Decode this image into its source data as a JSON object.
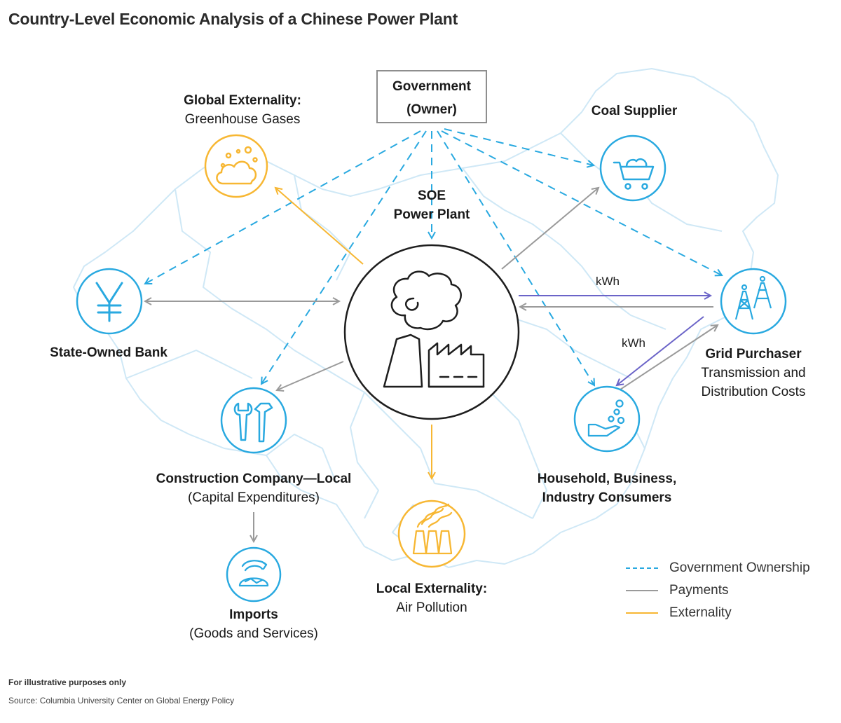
{
  "title": "Country-Level Economic Analysis of a Chinese Power Plant",
  "colors": {
    "ownership": "#29a9e0",
    "payments": "#9a9a9a",
    "externality": "#f7b733",
    "kwh": "#6b64c8",
    "map": "#cfe8f6"
  },
  "nodes": {
    "government": {
      "line1": "Government",
      "line2": "(Owner)"
    },
    "soe": {
      "line1": "SOE",
      "line2": "Power Plant",
      "icon": "power-plant-icon"
    },
    "global_externality": {
      "title": "Global Externality:",
      "subtitle": "Greenhouse Gases",
      "icon": "greenhouse-gas-cloud-icon"
    },
    "coal_supplier": {
      "title": "Coal Supplier",
      "icon": "coal-cart-icon"
    },
    "bank": {
      "title": "State-Owned Bank",
      "icon": "yen-icon"
    },
    "grid": {
      "title": "Grid Purchaser",
      "sub1": "Transmission and",
      "sub2": "Distribution Costs",
      "icon": "transmission-tower-icon"
    },
    "construction": {
      "title": "Construction Company—Local",
      "subtitle": "(Capital Expenditures)",
      "icon": "tools-icon"
    },
    "consumers": {
      "line1": "Household, Business,",
      "line2": "Industry Consumers",
      "icon": "hand-coins-icon"
    },
    "imports": {
      "title": "Imports",
      "subtitle": "(Goods and Services)",
      "icon": "globe-arrows-icon"
    },
    "local_externality": {
      "title": "Local Externality:",
      "subtitle": "Air Pollution",
      "icon": "smokestacks-icon"
    }
  },
  "flow_labels": {
    "kwh_top": "kWh",
    "kwh_bottom": "kWh"
  },
  "legend": [
    {
      "label": "Government Ownership",
      "style": "dashed",
      "color": "#29a9e0"
    },
    {
      "label": "Payments",
      "style": "solid",
      "color": "#9a9a9a"
    },
    {
      "label": "Externality",
      "style": "solid",
      "color": "#f7b733"
    }
  ],
  "footnote": "For illustrative purposes only",
  "source": "Source: Columbia University Center on Global Energy Policy"
}
